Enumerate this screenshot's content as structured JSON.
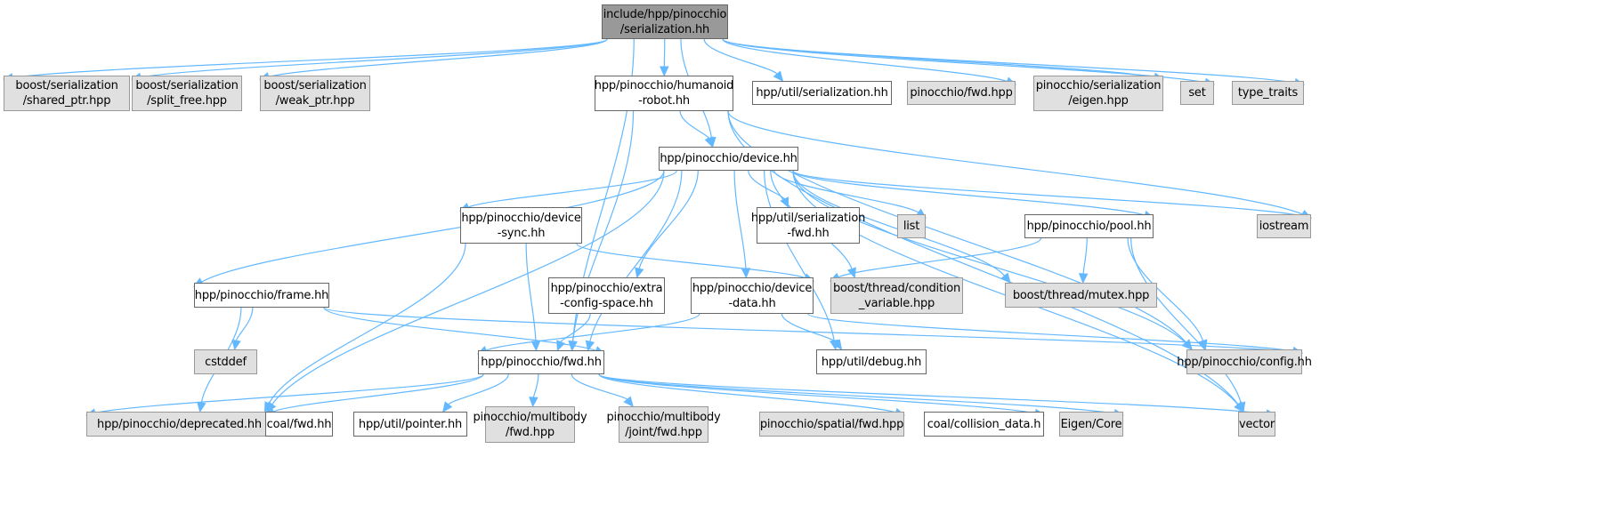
{
  "graph": {
    "title": "include/hpp/pinocchio/serialization.hh",
    "colors": {
      "edge": "#63b8ff",
      "root_fill": "#999999",
      "local_fill": "#ffffff",
      "external_fill": "#e0e0e0"
    },
    "nodes": [
      {
        "id": "root",
        "label": "include/hpp/pinocchio\n/serialization.hh",
        "kind": "root"
      },
      {
        "id": "shared_ptr",
        "label": "boost/serialization\n/shared_ptr.hpp",
        "kind": "external"
      },
      {
        "id": "split_free",
        "label": "boost/serialization\n/split_free.hpp",
        "kind": "external"
      },
      {
        "id": "weak_ptr",
        "label": "boost/serialization\n/weak_ptr.hpp",
        "kind": "external"
      },
      {
        "id": "humanoid",
        "label": "hpp/pinocchio/humanoid\n-robot.hh",
        "kind": "local"
      },
      {
        "id": "util_serialization",
        "label": "hpp/util/serialization.hh",
        "kind": "local"
      },
      {
        "id": "pin_fwd",
        "label": "pinocchio/fwd.hpp",
        "kind": "external"
      },
      {
        "id": "pin_ser_eigen",
        "label": "pinocchio/serialization\n/eigen.hpp",
        "kind": "external"
      },
      {
        "id": "set",
        "label": "set",
        "kind": "external"
      },
      {
        "id": "type_traits",
        "label": "type_traits",
        "kind": "external"
      },
      {
        "id": "device",
        "label": "hpp/pinocchio/device.hh",
        "kind": "local"
      },
      {
        "id": "device_sync",
        "label": "hpp/pinocchio/device\n-sync.hh",
        "kind": "local"
      },
      {
        "id": "util_ser_fwd",
        "label": "hpp/util/serialization\n-fwd.hh",
        "kind": "local"
      },
      {
        "id": "list",
        "label": "list",
        "kind": "external"
      },
      {
        "id": "pool",
        "label": "hpp/pinocchio/pool.hh",
        "kind": "local"
      },
      {
        "id": "iostream",
        "label": "iostream",
        "kind": "external"
      },
      {
        "id": "frame",
        "label": "hpp/pinocchio/frame.hh",
        "kind": "local"
      },
      {
        "id": "extra_config",
        "label": "hpp/pinocchio/extra\n-config-space.hh",
        "kind": "local"
      },
      {
        "id": "device_data",
        "label": "hpp/pinocchio/device\n-data.hh",
        "kind": "local"
      },
      {
        "id": "cond_var",
        "label": "boost/thread/condition\n_variable.hpp",
        "kind": "external"
      },
      {
        "id": "mutex",
        "label": "boost/thread/mutex.hpp",
        "kind": "external"
      },
      {
        "id": "cstddef",
        "label": "cstddef",
        "kind": "external"
      },
      {
        "id": "hpp_fwd",
        "label": "hpp/pinocchio/fwd.hh",
        "kind": "local"
      },
      {
        "id": "debug",
        "label": "hpp/util/debug.hh",
        "kind": "local"
      },
      {
        "id": "config",
        "label": "hpp/pinocchio/config.hh",
        "kind": "external"
      },
      {
        "id": "deprecated",
        "label": "hpp/pinocchio/deprecated.hh",
        "kind": "external"
      },
      {
        "id": "coal_fwd",
        "label": "coal/fwd.hh",
        "kind": "local"
      },
      {
        "id": "util_pointer",
        "label": "hpp/util/pointer.hh",
        "kind": "local"
      },
      {
        "id": "mb_fwd",
        "label": "pinocchio/multibody\n/fwd.hpp",
        "kind": "external"
      },
      {
        "id": "mb_joint_fwd",
        "label": "pinocchio/multibody\n/joint/fwd.hpp",
        "kind": "external"
      },
      {
        "id": "spatial_fwd",
        "label": "pinocchio/spatial/fwd.hpp",
        "kind": "external"
      },
      {
        "id": "coal_collision",
        "label": "coal/collision_data.h",
        "kind": "local"
      },
      {
        "id": "eigen_core",
        "label": "Eigen/Core",
        "kind": "external"
      },
      {
        "id": "vector",
        "label": "vector",
        "kind": "external"
      }
    ],
    "edges": [
      [
        "root",
        "shared_ptr"
      ],
      [
        "root",
        "split_free"
      ],
      [
        "root",
        "weak_ptr"
      ],
      [
        "root",
        "humanoid"
      ],
      [
        "root",
        "util_serialization"
      ],
      [
        "root",
        "pin_fwd"
      ],
      [
        "root",
        "pin_ser_eigen"
      ],
      [
        "root",
        "set"
      ],
      [
        "root",
        "type_traits"
      ],
      [
        "root",
        "device"
      ],
      [
        "root",
        "hpp_fwd"
      ],
      [
        "humanoid",
        "device"
      ],
      [
        "humanoid",
        "hpp_fwd"
      ],
      [
        "humanoid",
        "iostream"
      ],
      [
        "humanoid",
        "config"
      ],
      [
        "humanoid",
        "vector"
      ],
      [
        "device",
        "device_sync"
      ],
      [
        "device",
        "util_ser_fwd"
      ],
      [
        "device",
        "list"
      ],
      [
        "device",
        "pool"
      ],
      [
        "device",
        "iostream"
      ],
      [
        "device",
        "frame"
      ],
      [
        "device",
        "extra_config"
      ],
      [
        "device",
        "device_data"
      ],
      [
        "device",
        "cond_var"
      ],
      [
        "device",
        "mutex"
      ],
      [
        "device",
        "hpp_fwd"
      ],
      [
        "device",
        "debug"
      ],
      [
        "device",
        "config"
      ],
      [
        "device",
        "deprecated"
      ],
      [
        "device",
        "vector"
      ],
      [
        "device_sync",
        "device_data"
      ],
      [
        "device_sync",
        "hpp_fwd"
      ],
      [
        "device_sync",
        "deprecated"
      ],
      [
        "pool",
        "cond_var"
      ],
      [
        "pool",
        "mutex"
      ],
      [
        "pool",
        "config"
      ],
      [
        "pool",
        "vector"
      ],
      [
        "frame",
        "cstddef"
      ],
      [
        "frame",
        "hpp_fwd"
      ],
      [
        "frame",
        "deprecated"
      ],
      [
        "frame",
        "config"
      ],
      [
        "extra_config",
        "hpp_fwd"
      ],
      [
        "device_data",
        "hpp_fwd"
      ],
      [
        "device_data",
        "debug"
      ],
      [
        "device_data",
        "config"
      ],
      [
        "hpp_fwd",
        "deprecated"
      ],
      [
        "hpp_fwd",
        "coal_fwd"
      ],
      [
        "hpp_fwd",
        "util_pointer"
      ],
      [
        "hpp_fwd",
        "mb_fwd"
      ],
      [
        "hpp_fwd",
        "mb_joint_fwd"
      ],
      [
        "hpp_fwd",
        "spatial_fwd"
      ],
      [
        "hpp_fwd",
        "coal_collision"
      ],
      [
        "hpp_fwd",
        "eigen_core"
      ],
      [
        "hpp_fwd",
        "vector"
      ]
    ]
  }
}
